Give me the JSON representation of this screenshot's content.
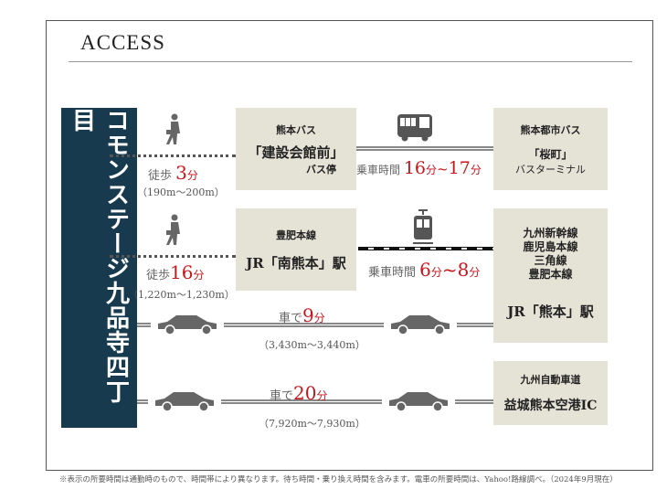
{
  "title": "ACCESS",
  "property": "コモンステージ九品寺四丁目",
  "routes": {
    "walk1": {
      "prefix": "徒歩",
      "time": "3",
      "unit": "分",
      "distance": "（190m～200m）"
    },
    "bus_stop": {
      "line": "熊本バス",
      "name": "「建設会館前」",
      "suffix": "バス停"
    },
    "bus_ride": {
      "prefix": "乗車時間",
      "t1": "16",
      "u1": "分",
      "sep": "~",
      "t2": "17",
      "u2": "分"
    },
    "bus_terminal": {
      "line": "熊本都市バス",
      "name": "「桜町」",
      "suffix": "バスターミナル"
    },
    "walk2": {
      "prefix": "徒歩",
      "time": "16",
      "unit": "分",
      "distance": "（1,220m～1,230m）"
    },
    "station1": {
      "line": "豊肥本線",
      "name": "JR「南熊本」駅"
    },
    "train_ride": {
      "prefix": "乗車時間",
      "t1": "6",
      "u1": "分",
      "sep": "~",
      "t2": "8",
      "u2": "分"
    },
    "station2": {
      "lines": [
        "九州新幹線",
        "鹿児島本線",
        "三角線",
        "豊肥本線"
      ],
      "name": "JR「熊本」駅"
    },
    "car1": {
      "prefix": "車で",
      "time": "9",
      "unit": "分",
      "distance": "（3,430m～3,440m）"
    },
    "car2": {
      "prefix": "車で",
      "time": "20",
      "unit": "分",
      "distance": "（7,920m～7,930m）"
    },
    "airport": {
      "line": "九州自動車道",
      "name": "益城熊本空港IC"
    }
  },
  "footnote": "※表示の所要時間は通勤時のもので、時間帯により異なります。待ち時間・乗り換え時間を含みます。電車の所要時間は、Yahoo!路線調べ。（2024年9月現在）"
}
